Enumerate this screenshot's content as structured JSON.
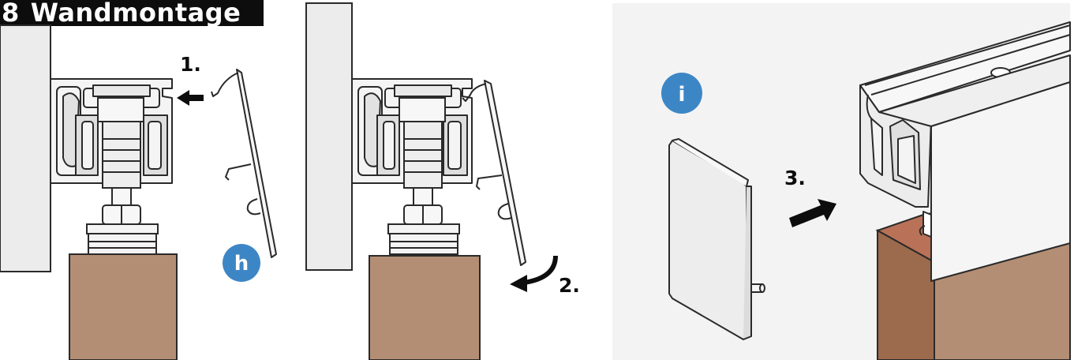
{
  "title": {
    "number": "8",
    "text": "Wandmontage"
  },
  "steps": {
    "step1": "1.",
    "step2": "2.",
    "step3": "3."
  },
  "badges": {
    "h": "h",
    "i": "i"
  },
  "colors": {
    "wood_front": "#b48e74",
    "wood_side": "#9c6a4c",
    "wood_top": "#b97257",
    "panel_bg": "#f3f3f3",
    "wall": "#ececec",
    "badge_blue": "#3d86c6",
    "title_bg": "#0d0d0d",
    "line": "#2a2a2a"
  }
}
